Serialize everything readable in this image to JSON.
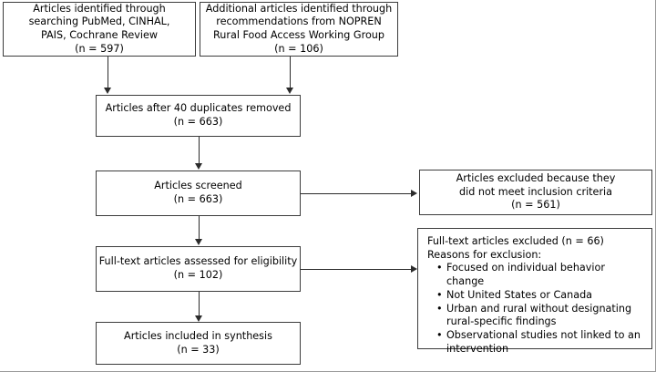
{
  "diagram": {
    "type": "prisma-flow-diagram",
    "colors": {
      "box_border": "#3c3c3c",
      "connector": "#2b2b2b",
      "background": "#ffffff",
      "text": "#000000"
    },
    "boxes": {
      "identified_search": {
        "lines": [
          "Articles identified through",
          "searching PubMed, CINHAL,",
          "PAIS, Cochrane Review",
          "(n = 597)"
        ],
        "count": "597"
      },
      "identified_recommendations": {
        "lines": [
          "Additional articles identified through",
          "recommendations from NOPREN",
          "Rural Food Access Working Group",
          "(n = 106)"
        ],
        "count": "106"
      },
      "duplicates_removed": {
        "lines": [
          "Articles after 40 duplicates removed",
          "(n = 663)"
        ],
        "count": "663",
        "duplicates": "40"
      },
      "screened": {
        "lines": [
          "Articles screened",
          "(n = 663)"
        ],
        "count": "663"
      },
      "excluded_screening": {
        "lines": [
          "Articles excluded because they",
          "did not meet inclusion criteria",
          "(n = 561)"
        ],
        "count": "561"
      },
      "full_text_assessed": {
        "lines": [
          "Full-text articles assessed for eligibility",
          "(n = 102)"
        ],
        "count": "102"
      },
      "full_text_excluded": {
        "heading": "Full-text articles excluded (n = 66)",
        "subheading": "Reasons for exclusion:",
        "count": "66",
        "reasons": [
          "Focused on individual behavior change",
          "Not United States or Canada",
          "Urban and rural without designating rural-specific findings",
          "Observational studies not linked to an intervention"
        ]
      },
      "included_synthesis": {
        "lines": [
          "Articles included in synthesis",
          "(n = 33)"
        ],
        "count": "33"
      }
    },
    "connectors": [
      {
        "name": "search-to-duplicates",
        "direction": "down"
      },
      {
        "name": "recommendations-to-duplicates",
        "direction": "down"
      },
      {
        "name": "duplicates-to-screened",
        "direction": "down"
      },
      {
        "name": "screened-to-excluded",
        "direction": "right"
      },
      {
        "name": "screened-to-fulltext",
        "direction": "down"
      },
      {
        "name": "fulltext-to-excluded",
        "direction": "right"
      },
      {
        "name": "fulltext-to-included",
        "direction": "down"
      }
    ]
  }
}
